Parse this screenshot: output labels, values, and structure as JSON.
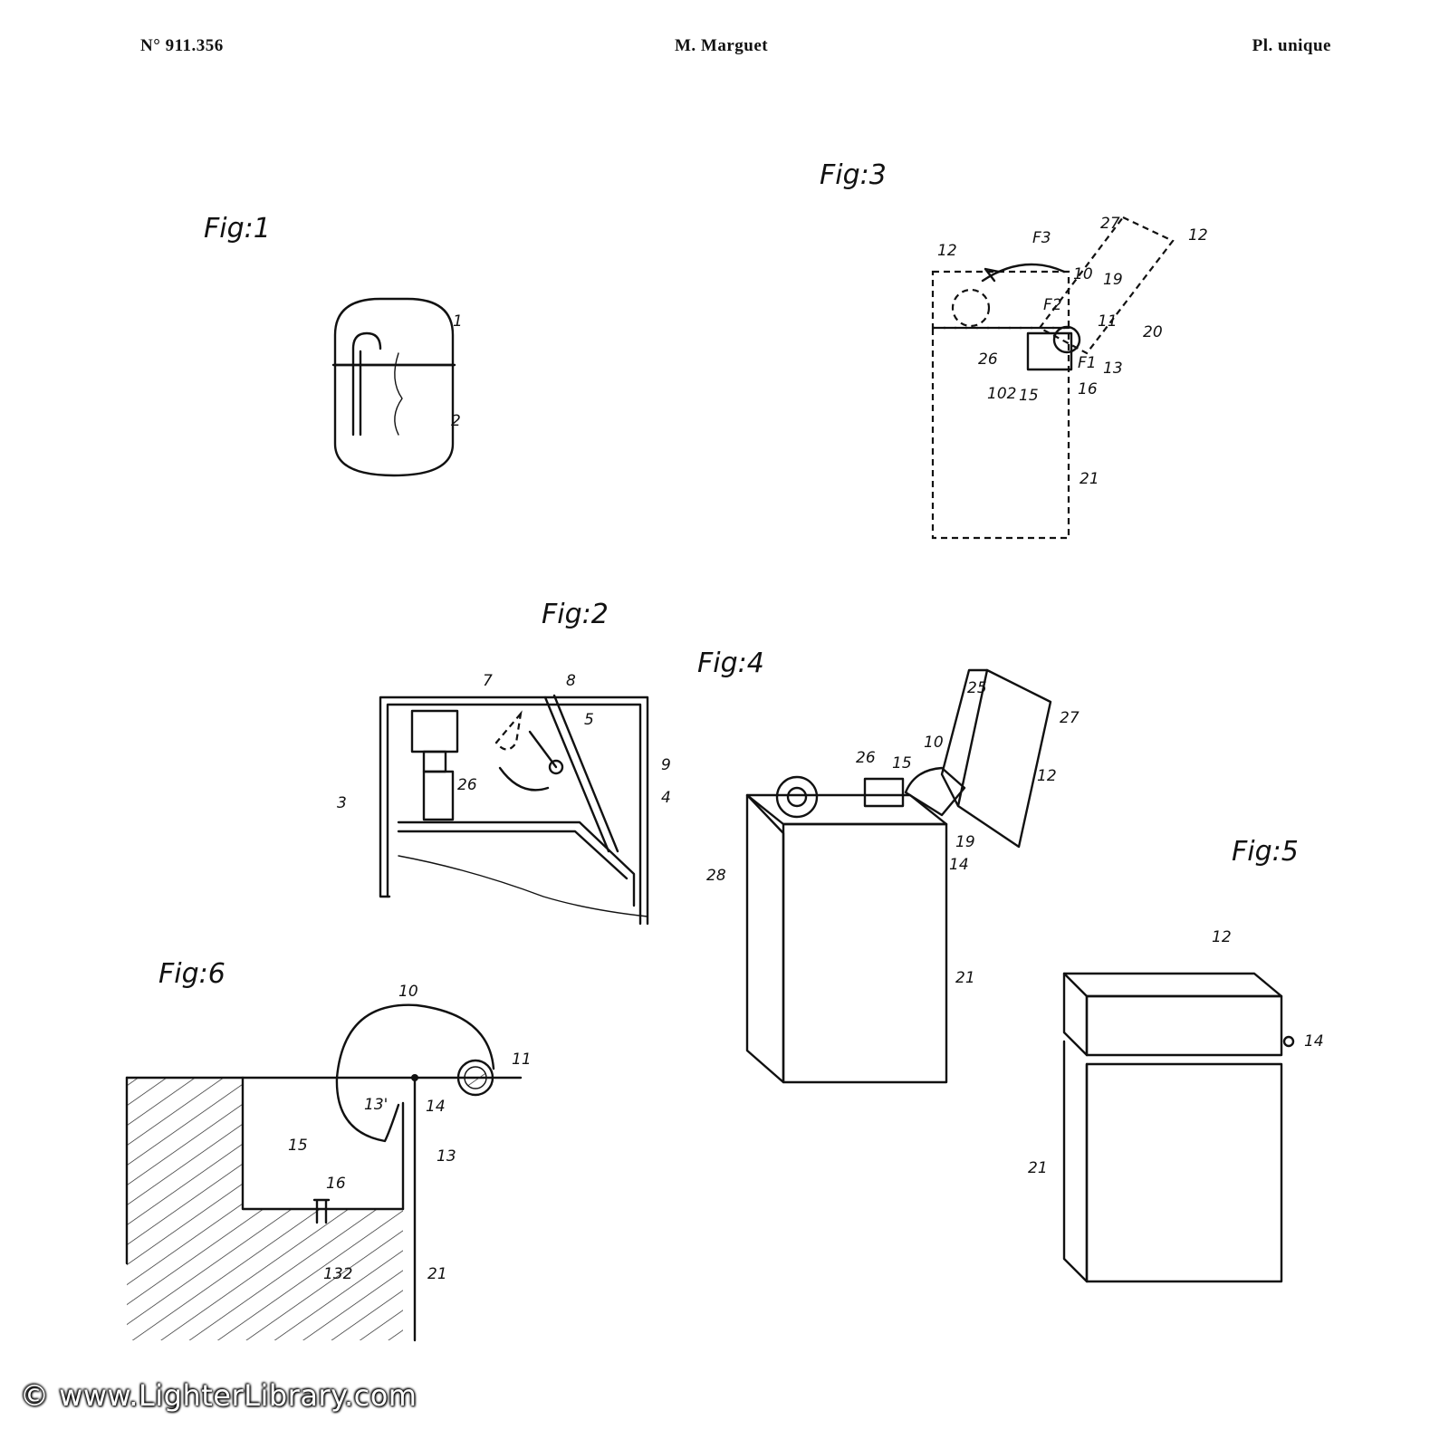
{
  "header": {
    "patent_number": "N° 911.356",
    "inventor": "M. Marguet",
    "plate": "Pl. unique"
  },
  "figures": {
    "fig1": {
      "title": "Fig:1",
      "labels": [
        "1",
        "2"
      ]
    },
    "fig2": {
      "title": "Fig:2",
      "labels": [
        "7",
        "8",
        "5",
        "9",
        "3",
        "26",
        "4"
      ]
    },
    "fig3": {
      "title": "Fig:3",
      "labels": [
        "27",
        "12",
        "F3",
        "12",
        "10",
        "19",
        "F2",
        "11",
        "20",
        "26",
        "F1",
        "13",
        "102",
        "15",
        "16",
        "21"
      ]
    },
    "fig4": {
      "title": "Fig:4",
      "labels": [
        "25",
        "27",
        "26",
        "15",
        "10",
        "12",
        "19",
        "14",
        "28",
        "21"
      ]
    },
    "fig5": {
      "title": "Fig:5",
      "labels": [
        "12",
        "14",
        "21"
      ]
    },
    "fig6": {
      "title": "Fig:6",
      "labels": [
        "10",
        "11",
        "13'",
        "14",
        "15",
        "13",
        "16",
        "132",
        "21"
      ]
    }
  },
  "watermark": "© www.LighterLibrary.com"
}
